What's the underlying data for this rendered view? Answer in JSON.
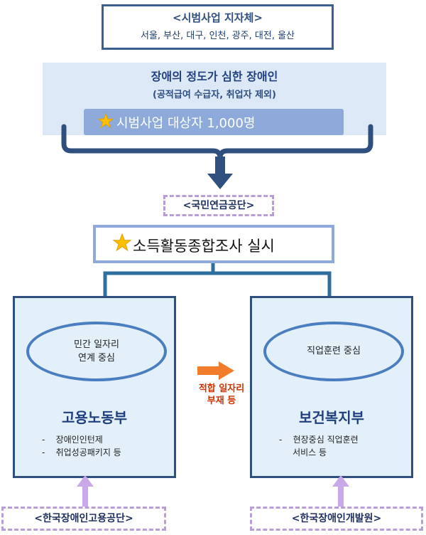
{
  "pilot_local_gov": {
    "title": "<시범사업 지자체>",
    "cities": "서울, 부산, 대구, 인천, 광주, 대전, 울산"
  },
  "target": {
    "title": "장애의 정도가 심한 장애인",
    "subtitle": "(공적급여 수급자, 취업자 제외)",
    "count_label": "시범사업 대상자 1,000명"
  },
  "nps_tag": "<국민연금공단>",
  "survey_label": "소득활동종합조사 실시",
  "labor_ministry": {
    "focus": "민간 일자리\n연계  중심",
    "name": "고용노동부",
    "services": [
      "-    장애인인턴제",
      "-    취업성공패키지 등"
    ],
    "agency_tag": "<한국장애인고용공단>"
  },
  "welfare_ministry": {
    "focus": "직업훈련 중심",
    "name": "보건복지부",
    "services": [
      "-    현장중심 직업훈련",
      "     서비스 등"
    ],
    "agency_tag": "<한국장애인개발원>"
  },
  "transfer_label": [
    "적합 일자리",
    "부재 등"
  ],
  "colors": {
    "dark_blue": "#2f4f7f",
    "mid_blue": "#8eaadb",
    "ellipse_blue": "#4a7ec0",
    "panel_fill": "#dde8f6",
    "ministry_fill": "#e3f0fa",
    "dashed_purple": "#b89ed6",
    "arrow_purple": "#c8a8e8",
    "orange_arrow": "#f07c2c",
    "star": "#ffc000"
  }
}
